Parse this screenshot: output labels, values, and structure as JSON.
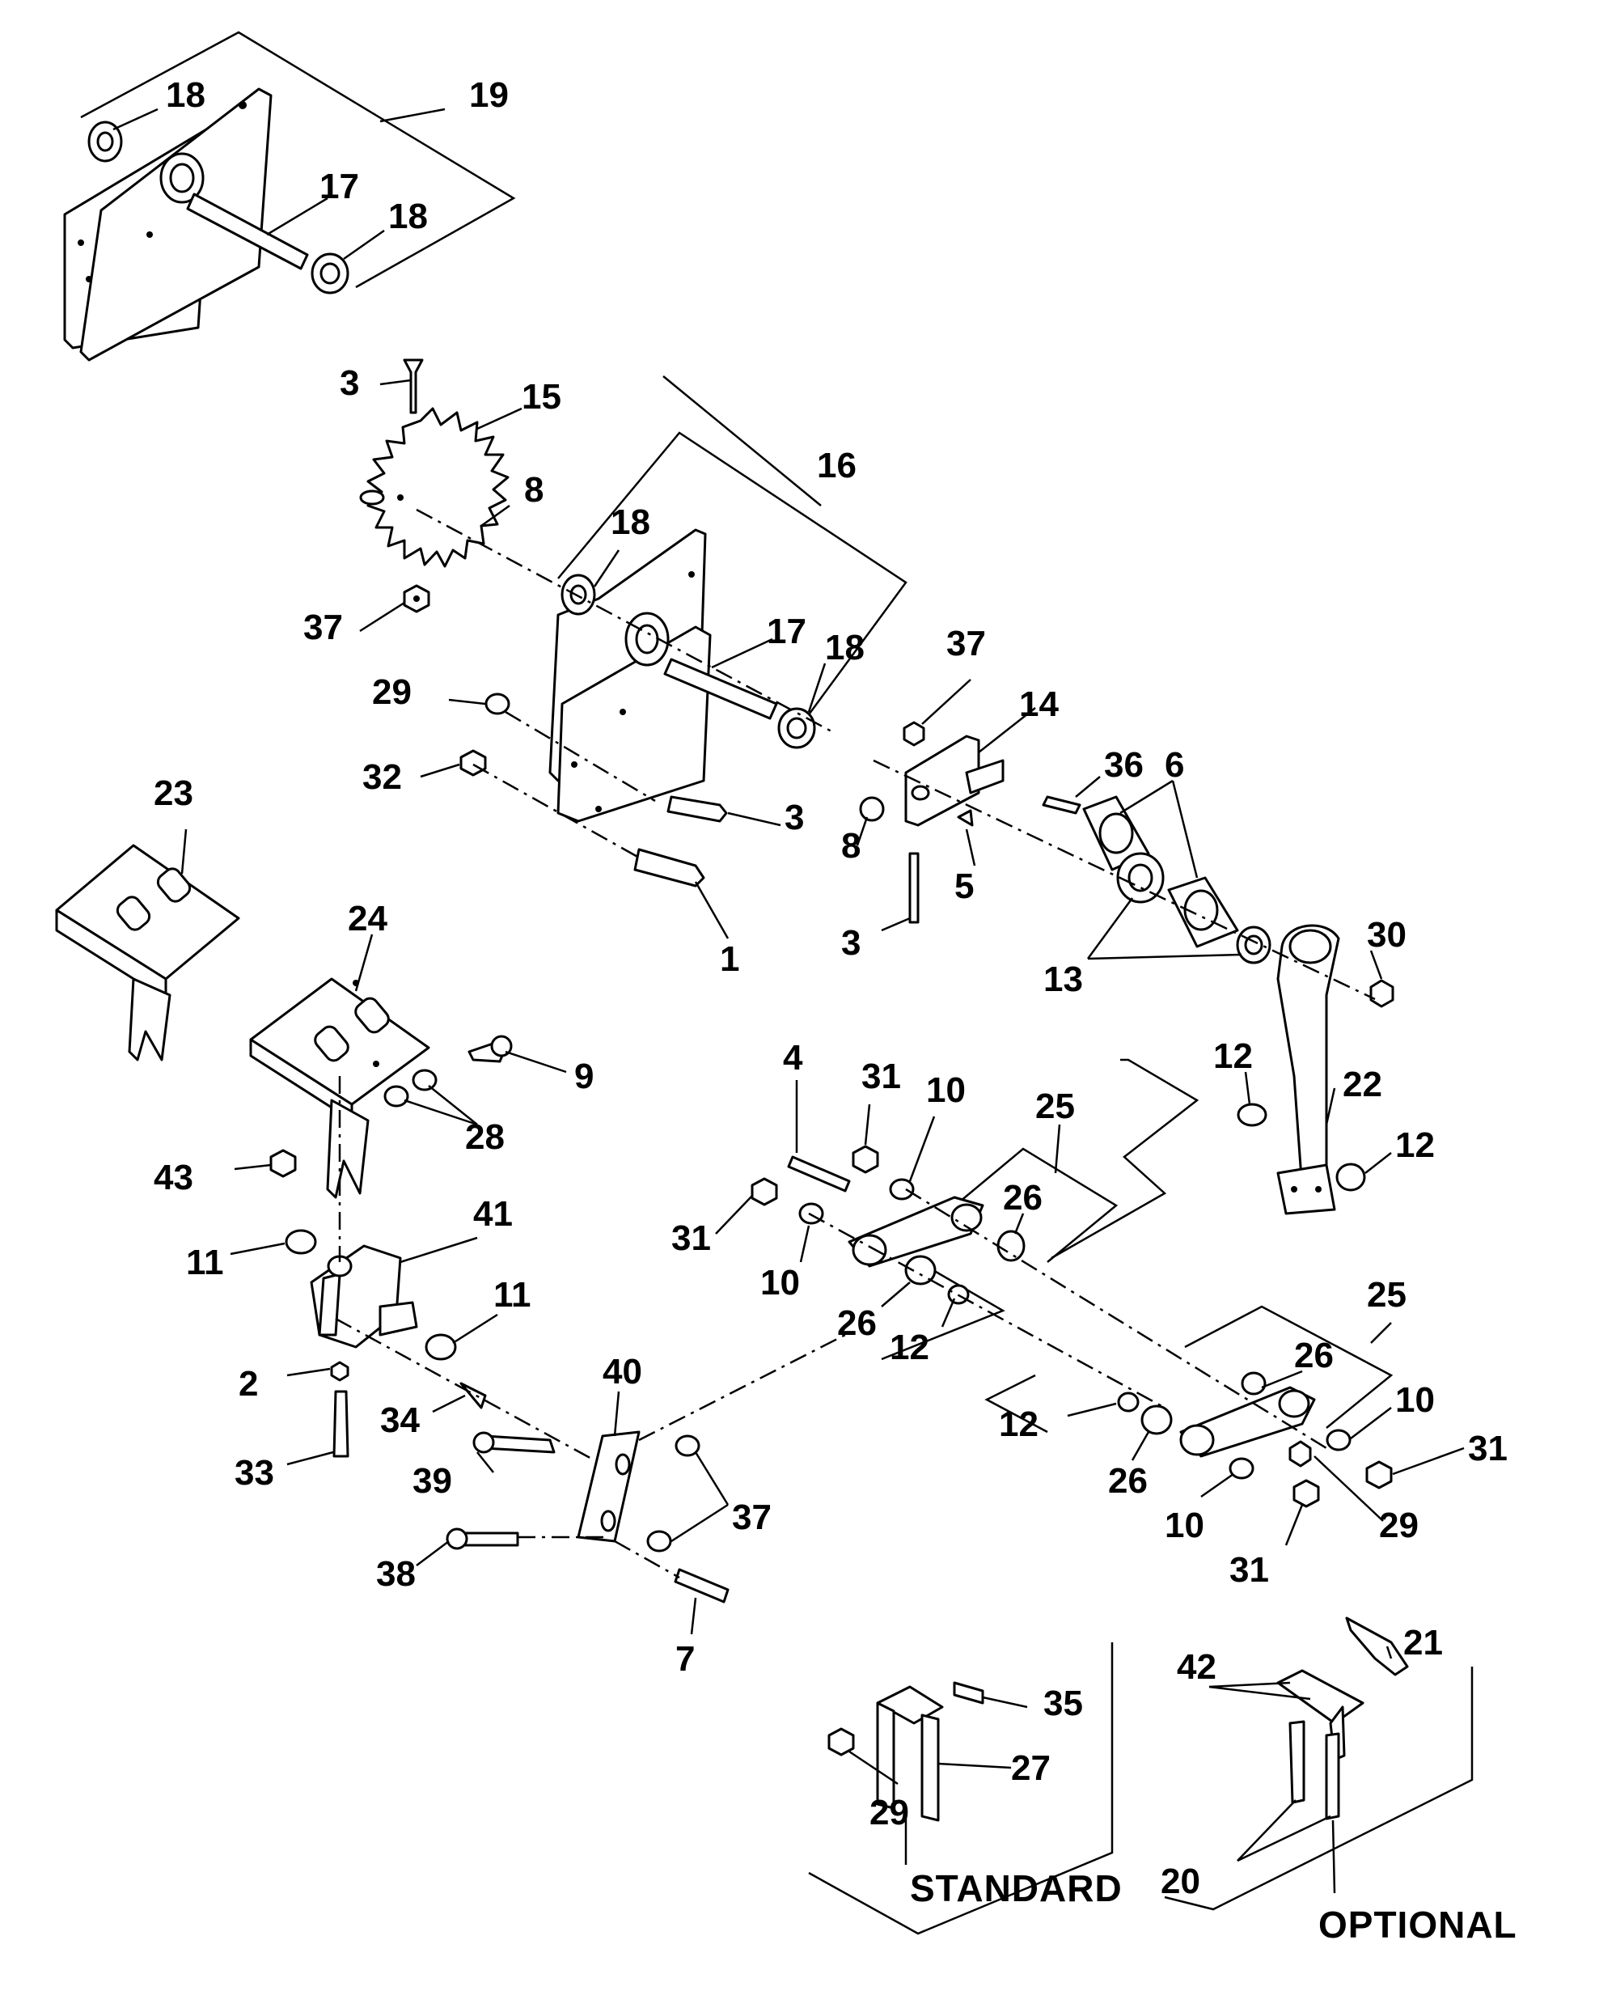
{
  "callouts": {
    "c19": "19",
    "c18a": "18",
    "c17a": "17",
    "c18b": "18",
    "c3a": "3",
    "c15": "15",
    "c8a": "8",
    "c37a": "37",
    "c16": "16",
    "c18c": "18",
    "c17b": "17",
    "c18d": "18",
    "c29a": "29",
    "c32": "32",
    "c3b": "3",
    "c1": "1",
    "c37b": "37",
    "c14": "14",
    "c8b": "8",
    "c5": "5",
    "c3c": "3",
    "c36": "36",
    "c6": "6",
    "c13": "13",
    "c30": "30",
    "c23": "23",
    "c24": "24",
    "c9": "9",
    "c28": "28",
    "c43": "43",
    "c41": "41",
    "c11a": "11",
    "c11b": "11",
    "c2": "2",
    "c34": "34",
    "c33": "33",
    "c4": "4",
    "c31a": "31",
    "c10a": "10",
    "c25a": "25",
    "c26a": "26",
    "c31b": "31",
    "c10b": "10",
    "c26b": "26",
    "c12a": "12",
    "c12b": "12",
    "c22": "22",
    "c12c": "12",
    "c40": "40",
    "c39": "39",
    "c37c": "37",
    "c38": "38",
    "c7": "7",
    "c25b": "25",
    "c26c": "26",
    "c12d": "12",
    "c26d": "26",
    "c10c": "10",
    "c31c": "31",
    "c10d": "10",
    "c29b": "29",
    "c31d": "31",
    "c35": "35",
    "c27": "27",
    "c29c": "29",
    "c21": "21",
    "c42": "42",
    "c20": "20"
  },
  "captions": {
    "standard": "STANDARD",
    "optional": "OPTIONAL"
  }
}
